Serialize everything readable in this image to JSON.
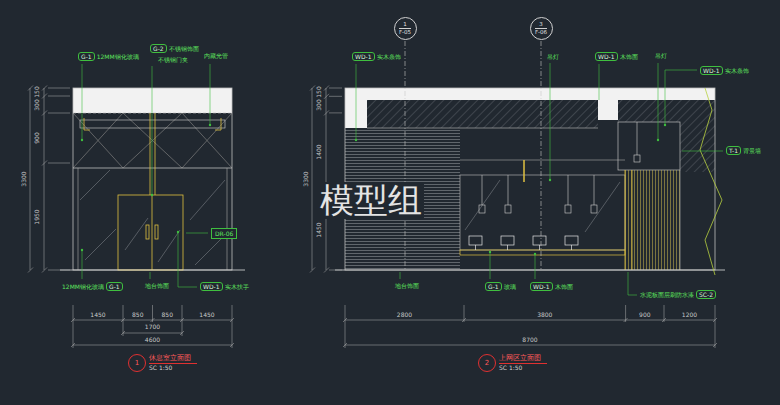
{
  "diagram": {
    "nodes": [
      {
        "text": [
          "G-1",
          "12MM钢化玻璃"
        ]
      },
      {
        "text": [
          "G-2",
          "不锈钢饰面"
        ]
      },
      {
        "text": [
          "DR-06"
        ]
      },
      {
        "text": [
          "G-1",
          "12MM钢化玻璃"
        ]
      },
      {
        "text": [
          "WD-1",
          "实木扶手"
        ]
      },
      {
        "text": [
          "1",
          "休息室立面图",
          "SC 1:50"
        ]
      },
      {
        "text": [
          "1",
          "F-05"
        ]
      },
      {
        "text": [
          "3",
          "F-06"
        ]
      },
      {
        "text": [
          "WD-1",
          "实木条饰"
        ]
      },
      {
        "text": [
          "WD-1",
          "木饰面"
        ]
      },
      {
        "text": [
          "WD-1",
          "实木条饰"
        ]
      },
      {
        "text": [
          "T-1",
          "背景墙"
        ]
      },
      {
        "text": [
          "G-1",
          "玻璃"
        ]
      },
      {
        "text": [
          "WD-1",
          "木饰面"
        ]
      },
      {
        "text": [
          "SC-2",
          "水泥板面层刷防水漆"
        ]
      },
      {
        "text": [
          "2",
          "上网区立面图",
          "SC 1:50"
        ]
      }
    ],
    "labels": [
      "不锈钢门夹",
      "内藏光管",
      "地台饰面",
      "150",
      "300",
      "900",
      "1950",
      "3300",
      "1450",
      "850",
      "850",
      "1450",
      "1700",
      "4600",
      "吊灯",
      "吊灯",
      "地台饰面",
      "150",
      "300",
      "1400",
      "1450",
      "3300",
      "2800",
      "3800",
      "900",
      "1200",
      "8700",
      "模型组"
    ]
  }
}
